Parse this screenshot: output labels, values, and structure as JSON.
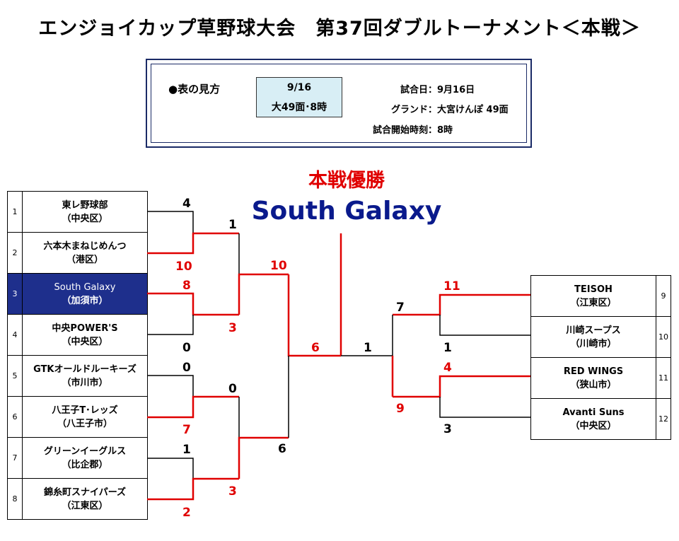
{
  "title": "エンジョイカップ草野球大会　第37回ダブルトーナメント＜本戦＞",
  "legend": {
    "heading": "●表の見方",
    "sample_date": "9/16",
    "sample_ground": "大49面･8時",
    "rows": [
      {
        "label": "試合日：",
        "value": "9月16日"
      },
      {
        "label": "グランド：",
        "value": "大宮けんぽ 49面"
      },
      {
        "label": "試合開始時刻：",
        "value": "8時"
      }
    ]
  },
  "champion": {
    "label": "本戦優勝",
    "team": "South Galaxy"
  },
  "colors": {
    "winner_line": "#e00000",
    "loser_line": "#000000",
    "highlight_cell": "#1e2f8c",
    "champion_text": "#0a1a8c"
  },
  "left_teams": [
    {
      "no": "1",
      "name": "東レ野球部",
      "area": "（中央区）"
    },
    {
      "no": "2",
      "name": "六本木まねじめんつ",
      "area": "（港区）"
    },
    {
      "no": "3",
      "name": "South Galaxy",
      "area": "（加須市）"
    },
    {
      "no": "4",
      "name": "中央POWER'S",
      "area": "（中央区）"
    },
    {
      "no": "5",
      "name": "GTKオールドルーキーズ",
      "area": "（市川市）"
    },
    {
      "no": "6",
      "name": "八王子T･レッズ",
      "area": "（八王子市）"
    },
    {
      "no": "7",
      "name": "グリーンイーグルス",
      "area": "（比企郡）"
    },
    {
      "no": "8",
      "name": "錦糸町スナイパーズ",
      "area": "（江東区）"
    }
  ],
  "right_teams": [
    {
      "no": "9",
      "name": "TEISOH",
      "area": "（江東区）"
    },
    {
      "no": "10",
      "name": "川崎スープス",
      "area": "（川崎市）"
    },
    {
      "no": "11",
      "name": "RED WINGS",
      "area": "（狭山市）"
    },
    {
      "no": "12",
      "name": "Avanti Suns",
      "area": "（中央区）"
    }
  ],
  "scores": {
    "r1_m1_top": "4",
    "r1_m1_bottom": "10",
    "r1_m2_top": "8",
    "r1_m2_bottom": "0",
    "r1_m3_top": "0",
    "r1_m3_bottom": "7",
    "r1_m4_top": "1",
    "r1_m4_bottom": "2",
    "r2_m1_top": "1",
    "r2_m1_bottom": "3",
    "r2_m2_top": "0",
    "r2_m2_bottom": "3",
    "r3_left_top": "10",
    "r3_left_bottom": "6",
    "final_left": "6",
    "final_right": "1",
    "r1_right_m1_top": "11",
    "r1_right_m1_bottom": "1",
    "r1_right_m2_top": "4",
    "r1_right_m2_bottom": "3",
    "r2_right_top": "7",
    "r2_right_bottom": "9"
  }
}
